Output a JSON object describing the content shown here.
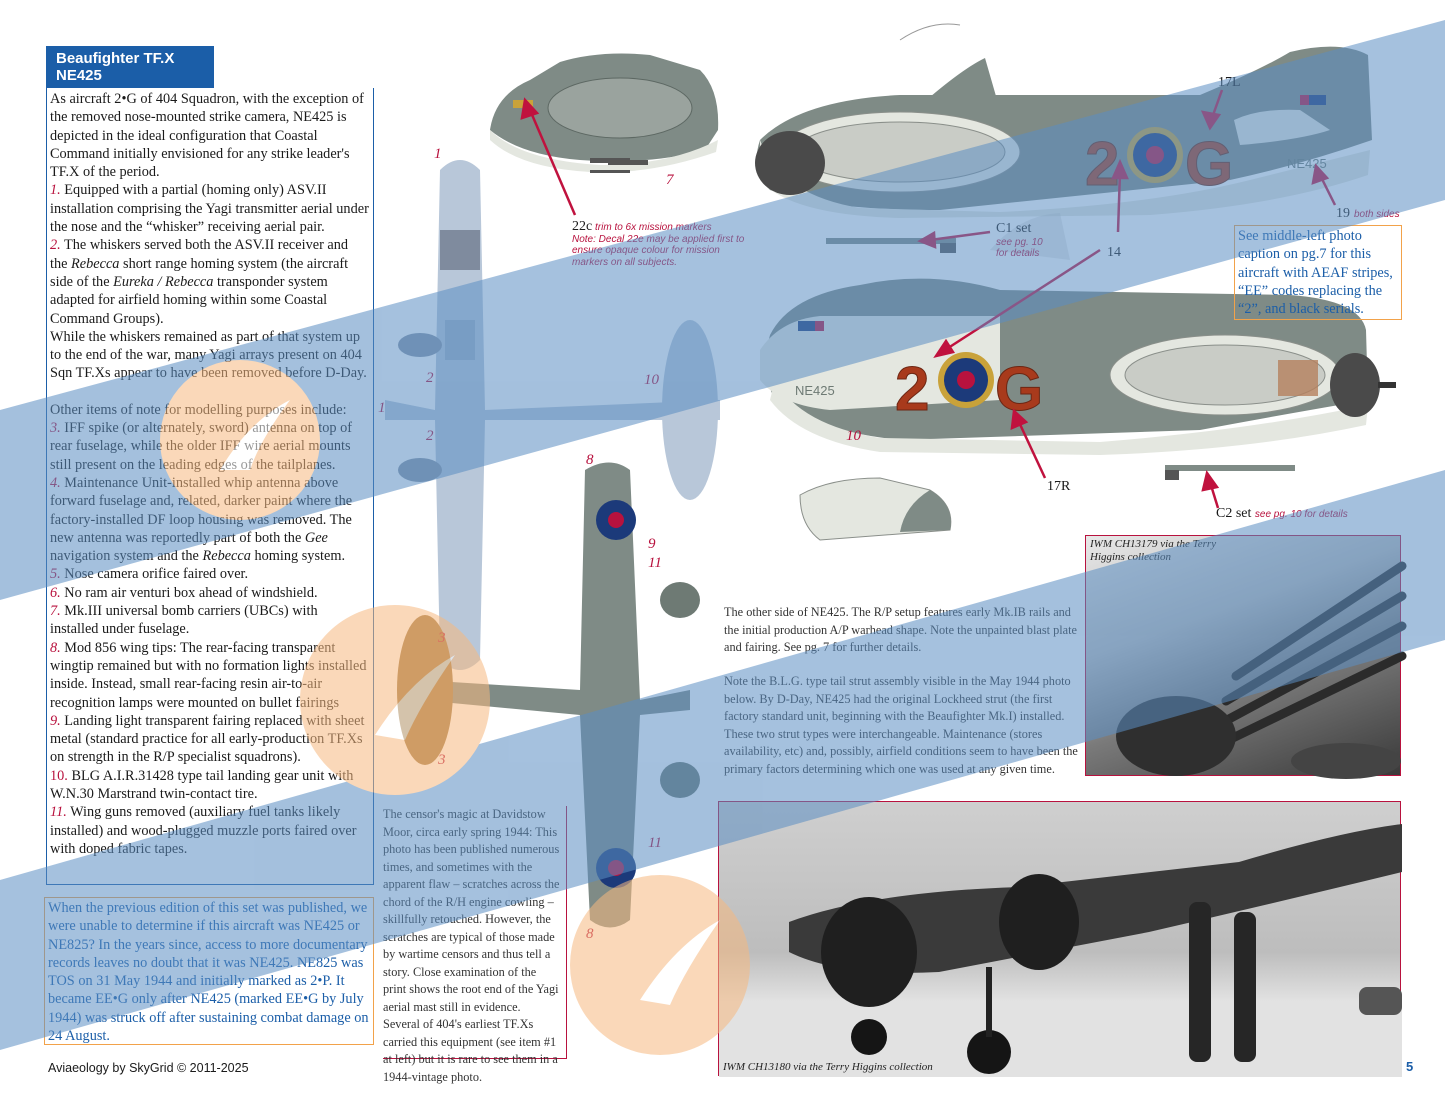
{
  "title": "Beaufighter TF.X NE425",
  "body": {
    "intro": "As aircraft 2•G of 404 Squadron, with the exception of the removed nose-mounted strike camera, NE425 is depicted in the ideal configuration that Coastal Command initially envisioned for any strike leader's TF.X of the period.",
    "item1_num": "1.",
    "item1_a": " Equipped with a partial (homing only) ASV.II installation comprising the Yagi transmitter aerial under the nose and the “whisker” receiving aerial pair.",
    "item2_num": "2.",
    "item2_a": " The whiskers served both the ASV.II receiver and the ",
    "item2_b": "Rebecca",
    "item2_c": " short range homing system (the aircraft side of the ",
    "item2_d": "Eureka / Rebecca",
    "item2_e": " transponder system adapted for airfield homing within some Coastal Command Groups).",
    "whiskers": "While the whiskers remained as part of that system up to the end of the war, many Yagi arrays present on 404 Sqn TF.Xs appear to have been removed before D-Day.",
    "other_items": "Other items of note for modelling purposes include:",
    "item3_num": "3.",
    "item3": " IFF spike (or alternately, sword) antenna on top of rear fuselage, while the older IFF wire aerial mounts still present on the leading edges of the tailplanes.",
    "item4_num": "4.",
    "item4_a": " Maintenance Unit-installed whip antenna above forward fuselage and, related, darker paint where the factory-installed DF loop housing was removed. The new antenna was reportedly part of both the ",
    "item4_b": "Gee",
    "item4_c": " navigation system and the ",
    "item4_d": "Rebecca",
    "item4_e": " homing system.",
    "item5_num": "5.",
    "item5": " Nose camera orifice faired over.",
    "item6_num": "6.",
    "item6": " No ram air venturi box ahead of windshield.",
    "item7_num": "7.",
    "item7": " Mk.III universal bomb carriers (UBCs) with installed under fuselage.",
    "item8_num": "8.",
    "item8": " Mod 856 wing tips: The rear-facing transparent wingtip remained but with no formation lights installed inside. Instead, small rear-facing resin air-to-air recognition lamps were mounted on bullet fairings",
    "item9_num": "9.",
    "item9": " Landing light transparent fairing replaced with sheet metal (standard practice for all early-production TF.Xs on strength in the R/P specialist squadrons).",
    "item10_num": "10.",
    "item10": " BLG A.I.R.31428 type tail landing gear unit with W.N.30 Marstrand twin-contact tire.",
    "item11_num": "11.",
    "item11": " Wing guns removed (auxiliary fuel tanks likely installed) and wood-plugged muzzle ports faired over with doped fabric tapes."
  },
  "note_box": "When the previous edition of this set was published, we were unable to determine if this aircraft was NE425 or NE825? In the years since, access to more documentary records leaves no doubt that it was NE425. NE825 was TOS on 31 May 1944 and initially marked as 2•P. It became EE•G only after NE425 (marked EE•G by July 1944) was struck off after sustaining combat damage on 24 August.",
  "footer": "Aviaeology by SkyGrid © 2011-2025",
  "page": "page 5",
  "callouts": {
    "c22c": "22c",
    "c22c_text": "trim to 6x mission markers",
    "c22e_note": "Note: Decal 22e may be applied first to ensure opaque colour for mission markers on all subjects.",
    "c1": "C1 set",
    "c1_sub1": "see pg. 10",
    "c1_sub2": "for details",
    "c2": "C2 set",
    "c2_sub": "see pg. 10 for details",
    "c17l": "17L",
    "c17r": "17R",
    "c14": "14",
    "c19": "19",
    "c19_sub": "both sides",
    "n1": "1",
    "n2": "2",
    "n3": "3",
    "n7": "7",
    "n8": "8",
    "n9": "9",
    "n10": "10",
    "n11": "11"
  },
  "aeaf_box": "See middle-left photo caption on pg.7 for this aircraft with AEAF stripes, “EE” codes replacing the “2”, and black serials.",
  "codes": {
    "left": "2",
    "right": "G",
    "serial": "NE425"
  },
  "caption_other": "The other side of NE425. The R/P setup features early Mk.IB rails and the initial production A/P warhead shape. Note the unpainted blast plate and fairing. See pg. 7 for further details.",
  "caption_blg": "Note the B.L.G. type tail strut assembly visible in the May 1944 photo below. By D-Day, NE425 had the original Lockheed strut (the first factory standard unit, beginning with the Beaufighter Mk.I) installed. These two strut types were interchangeable. Maintenance (stores availability, etc) and, possibly, airfield conditions seem to have been the primary factors determining which one was used at any given time.",
  "censor_caption": "The censor's magic at Davidstow Moor, circa early spring 1944: This photo has been published numerous times, and sometimes with the apparent flaw – scratches across the chord of the R/H engine cowling – skillfully retouched. However, the scratches are typical of those made by wartime censors and thus tell a story. Close examination of the print shows the root end of the Yagi aerial mast still in evidence. Several of 404's earliest TF.Xs carried this equipment (see item #1 at left) but it is rare to see them in a 1944-vintage photo.",
  "photo1_credit": "IWM CH13179 via the Terry Higgins collection",
  "photo2_credit": "IWM CH13180 via the Terry Higgins collection",
  "colors": {
    "accent_blue": "#1b5ea8",
    "accent_red": "#b8123e",
    "accent_orange": "#f2a24a",
    "camo_grey": "#7f8b86",
    "underside": "#e4e7e0",
    "code_red": "#a83a1c"
  }
}
